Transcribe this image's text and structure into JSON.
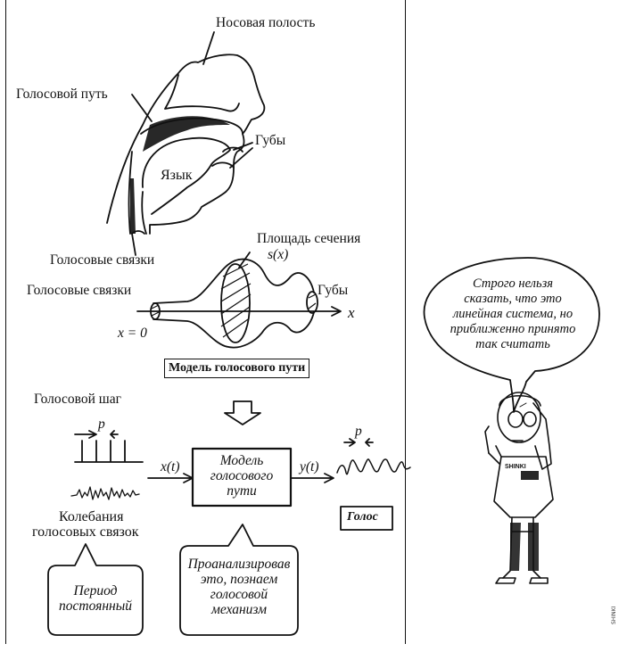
{
  "anatomy": {
    "nasal_cavity": "Носовая полость",
    "vocal_tract": "Голосовой путь",
    "lips": "Губы",
    "tongue": "Язык",
    "vocal_cords": "Голосовые связки"
  },
  "tube_model": {
    "cross_section": "Площадь сечения",
    "sx": "s(x)",
    "left_label": "Голосовые связки",
    "right_label": "Губы",
    "axis": "x",
    "origin": "x = 0",
    "caption": "Модель голосового пути"
  },
  "signal": {
    "pitch_label": "Голосовой шаг",
    "p": "p",
    "input_var": "x(t)",
    "model_box": [
      "Модель",
      "голосового",
      "пути"
    ],
    "output_var": "y(t)",
    "vibration": [
      "Колебания",
      "голосовых связок"
    ],
    "voice_box": "Голос"
  },
  "callouts": {
    "period": [
      "Период",
      "постоянный"
    ],
    "analyze": [
      "Проанализировав",
      "это, познаем",
      "голосовой",
      "механизм"
    ]
  },
  "character": {
    "speech": [
      "Строго нельзя",
      "сказать, что это",
      "линейная система, но",
      "приближенно принято",
      "так считать"
    ],
    "shirt_text": "SHINKI"
  }
}
